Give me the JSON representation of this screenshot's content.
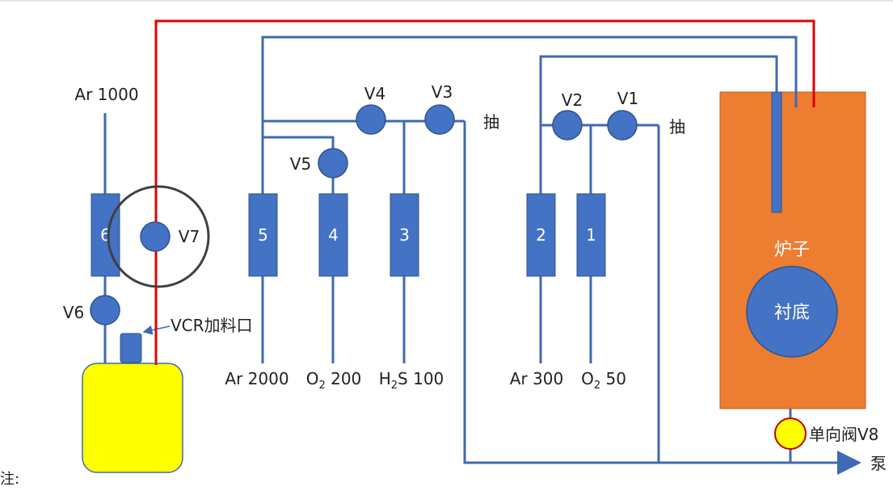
{
  "colors": {
    "pipe": "#3f69b3",
    "component": "#4472c4",
    "red_line": "#e00000",
    "furnace": "#ed7d31",
    "tank": "#ffff00",
    "check_valve": "#ffff00"
  },
  "sources": {
    "ar1000": "Ar 1000",
    "ar2000": "Ar 2000",
    "o2_200": {
      "main": "O",
      "sub": "2",
      "rest": " 200"
    },
    "h2s_100": {
      "main": "H",
      "sub": "2",
      "rest": "S 100"
    },
    "ar300": "Ar 300",
    "o2_50": {
      "main": "O",
      "sub": "2",
      "rest": " 50"
    }
  },
  "flowmeters": [
    "1",
    "2",
    "3",
    "4",
    "5",
    "6"
  ],
  "valves": {
    "v1": "V1",
    "v2": "V2",
    "v3": "V3",
    "v4": "V4",
    "v5": "V5",
    "v6": "V6",
    "v7": "V7",
    "v8": "单向阀V8"
  },
  "labels": {
    "pump_out_1": "抽",
    "pump_out_2": "抽",
    "pump": "泵",
    "vcr_port": "VCR加料口",
    "furnace": "炉子",
    "substrate": "衬底",
    "note": "注:"
  }
}
